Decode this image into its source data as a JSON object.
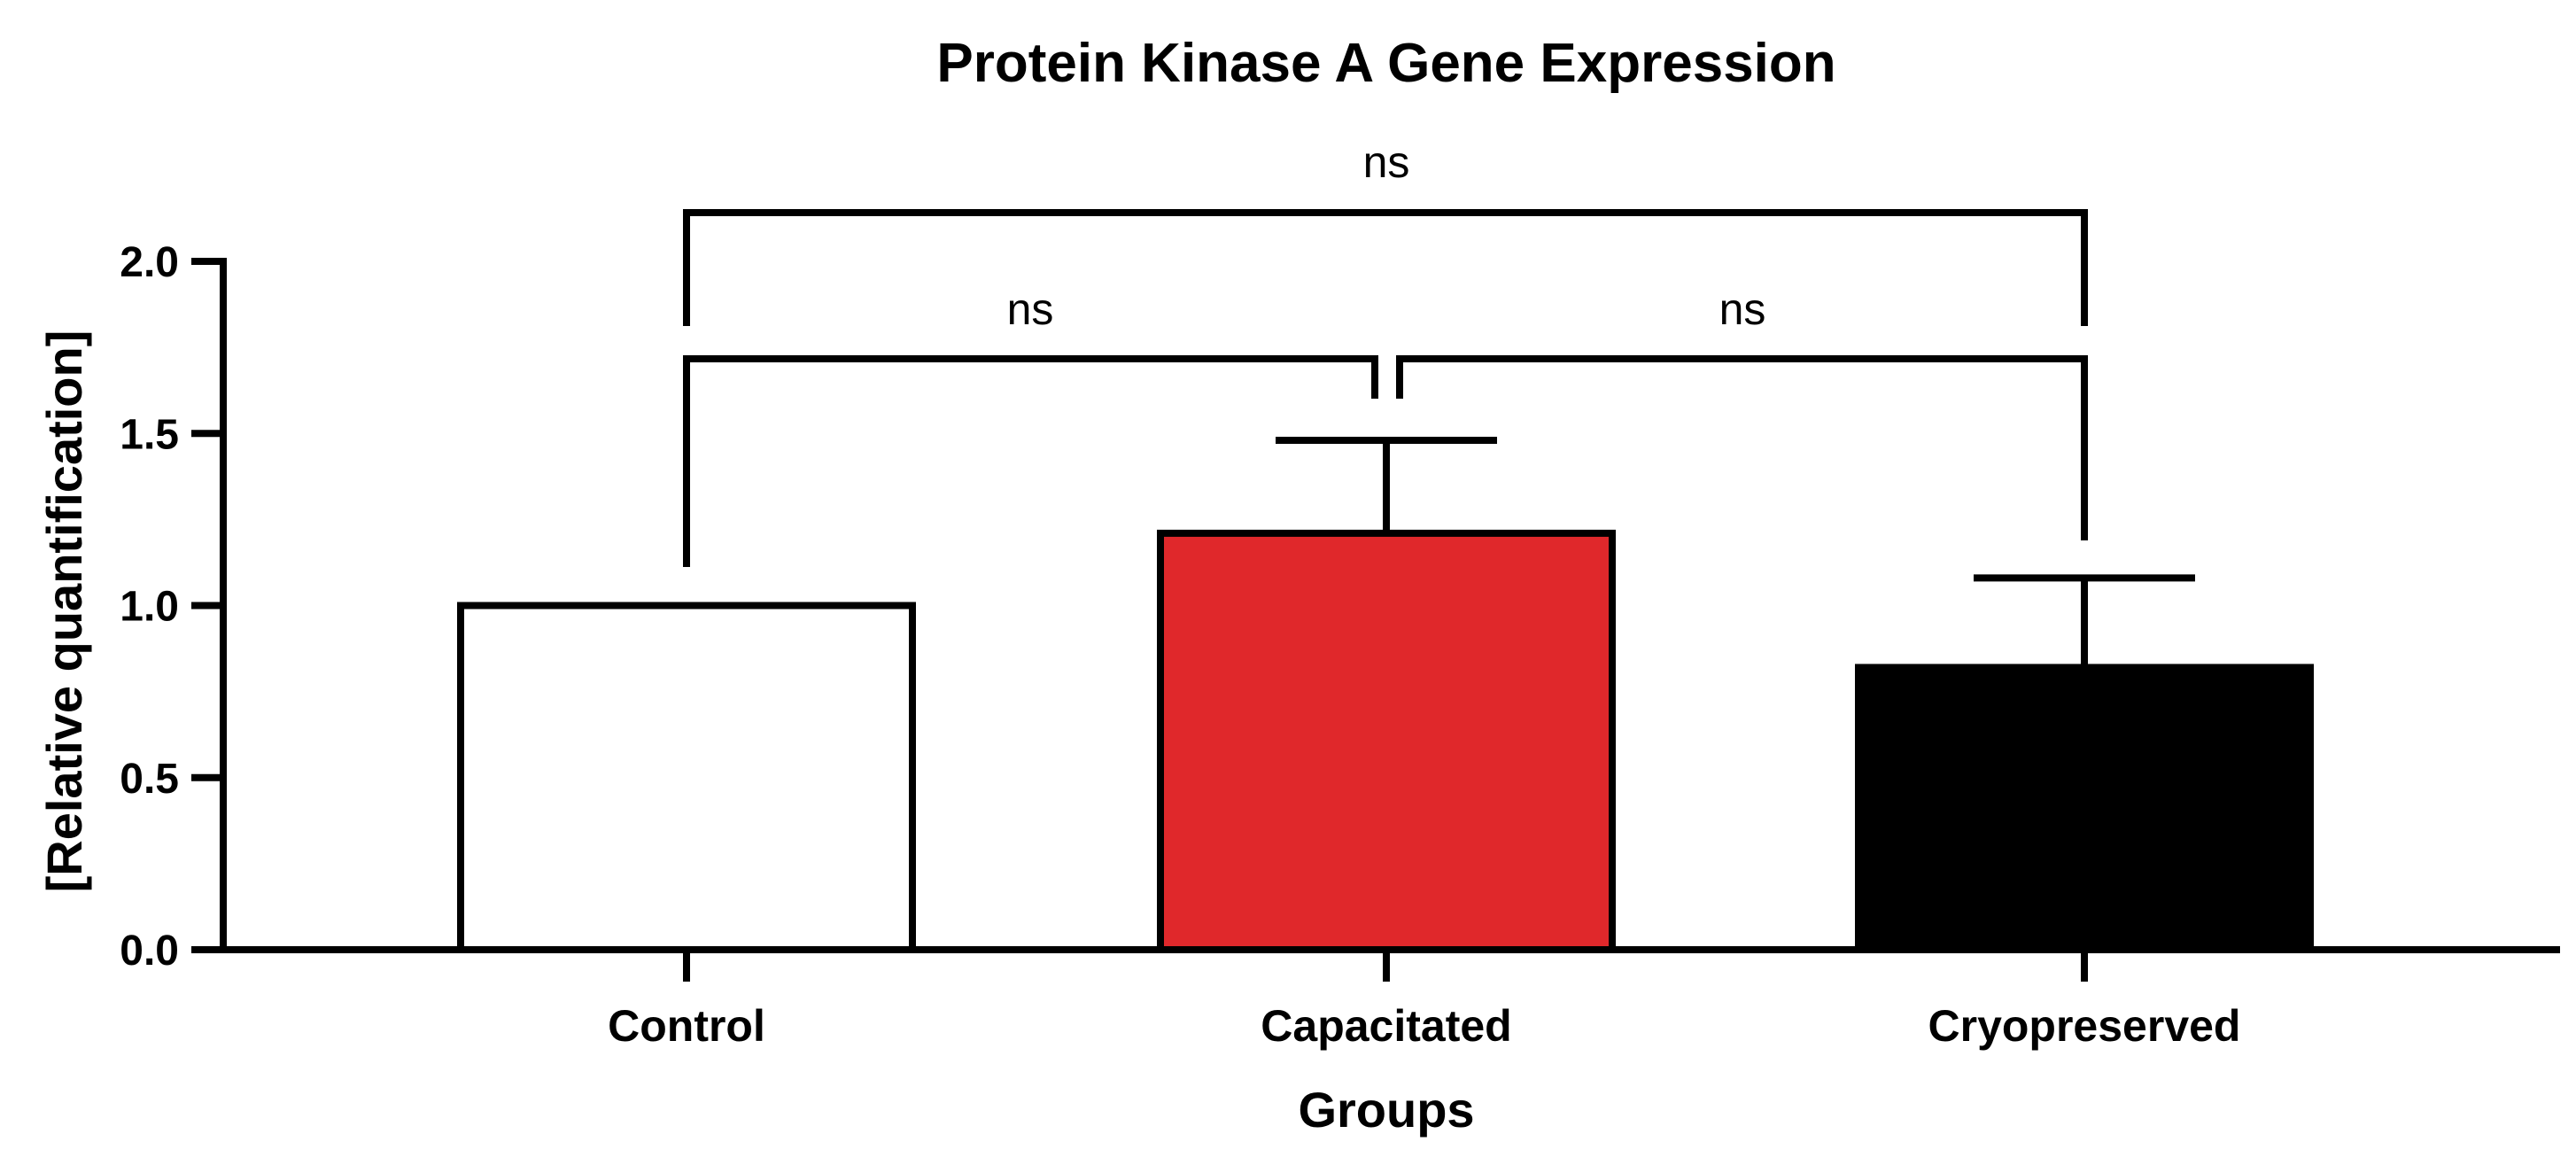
{
  "chart_data": {
    "type": "bar",
    "title": "Protein Kinase A Gene Expression",
    "xlabel": "Groups",
    "ylabel": "[Relative quantification]",
    "ylim": [
      0,
      2.0
    ],
    "yticks": [
      "0.0",
      "0.5",
      "1.0",
      "1.5",
      "2.0"
    ],
    "categories": [
      "Control",
      "Capacitated",
      "Cryopreserved"
    ],
    "values": [
      1.0,
      1.21,
      0.82
    ],
    "error_upper": [
      1.0,
      1.48,
      1.08
    ],
    "bar_colors": [
      "#ffffff",
      "#e0282b",
      "#000000"
    ],
    "grid": false,
    "significance": [
      {
        "groups": [
          "Control",
          "Cryopreserved"
        ],
        "label": "ns"
      },
      {
        "groups": [
          "Control",
          "Capacitated"
        ],
        "label": "ns"
      },
      {
        "groups": [
          "Capacitated",
          "Cryopreserved"
        ],
        "label": "ns"
      }
    ]
  }
}
